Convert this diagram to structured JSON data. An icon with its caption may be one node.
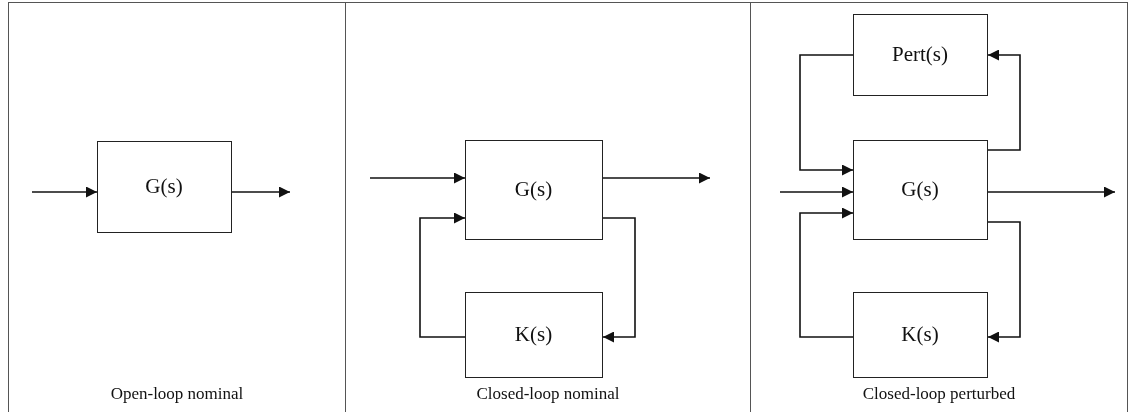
{
  "diagram": {
    "nodes": [
      {
        "text": [
          "Open-loop nominal"
        ]
      },
      {
        "text": [
          "G(s)"
        ],
        "in": 0
      },
      {
        "text": [
          "Closed-loop nominal"
        ]
      },
      {
        "text": [
          "G(s)"
        ],
        "in": 2
      },
      {
        "text": [
          "K(s)"
        ],
        "in": 2
      },
      {
        "text": [
          "Closed-loop perturbed"
        ]
      },
      {
        "text": [
          "Pert(s)"
        ],
        "in": 5
      },
      {
        "text": [
          "G(s)"
        ],
        "in": 5
      },
      {
        "text": [
          "K(s)"
        ],
        "in": 5
      }
    ],
    "edges": [
      {
        "from": null,
        "to": 1,
        "arrow": "to"
      },
      {
        "from": 1,
        "to": null,
        "arrow": "to"
      },
      {
        "from": null,
        "to": 3,
        "arrow": "to"
      },
      {
        "from": 3,
        "to": null,
        "arrow": "to"
      },
      {
        "from": 3,
        "to": 4,
        "arrow": "to"
      },
      {
        "from": 4,
        "to": 3,
        "arrow": "to"
      },
      {
        "from": null,
        "to": 7,
        "arrow": "to"
      },
      {
        "from": 7,
        "to": null,
        "arrow": "to"
      },
      {
        "from": 7,
        "to": 6,
        "arrow": "to"
      },
      {
        "from": 6,
        "to": 7,
        "arrow": "to"
      },
      {
        "from": 7,
        "to": 8,
        "arrow": "to"
      },
      {
        "from": 8,
        "to": 7,
        "arrow": "to"
      }
    ]
  }
}
